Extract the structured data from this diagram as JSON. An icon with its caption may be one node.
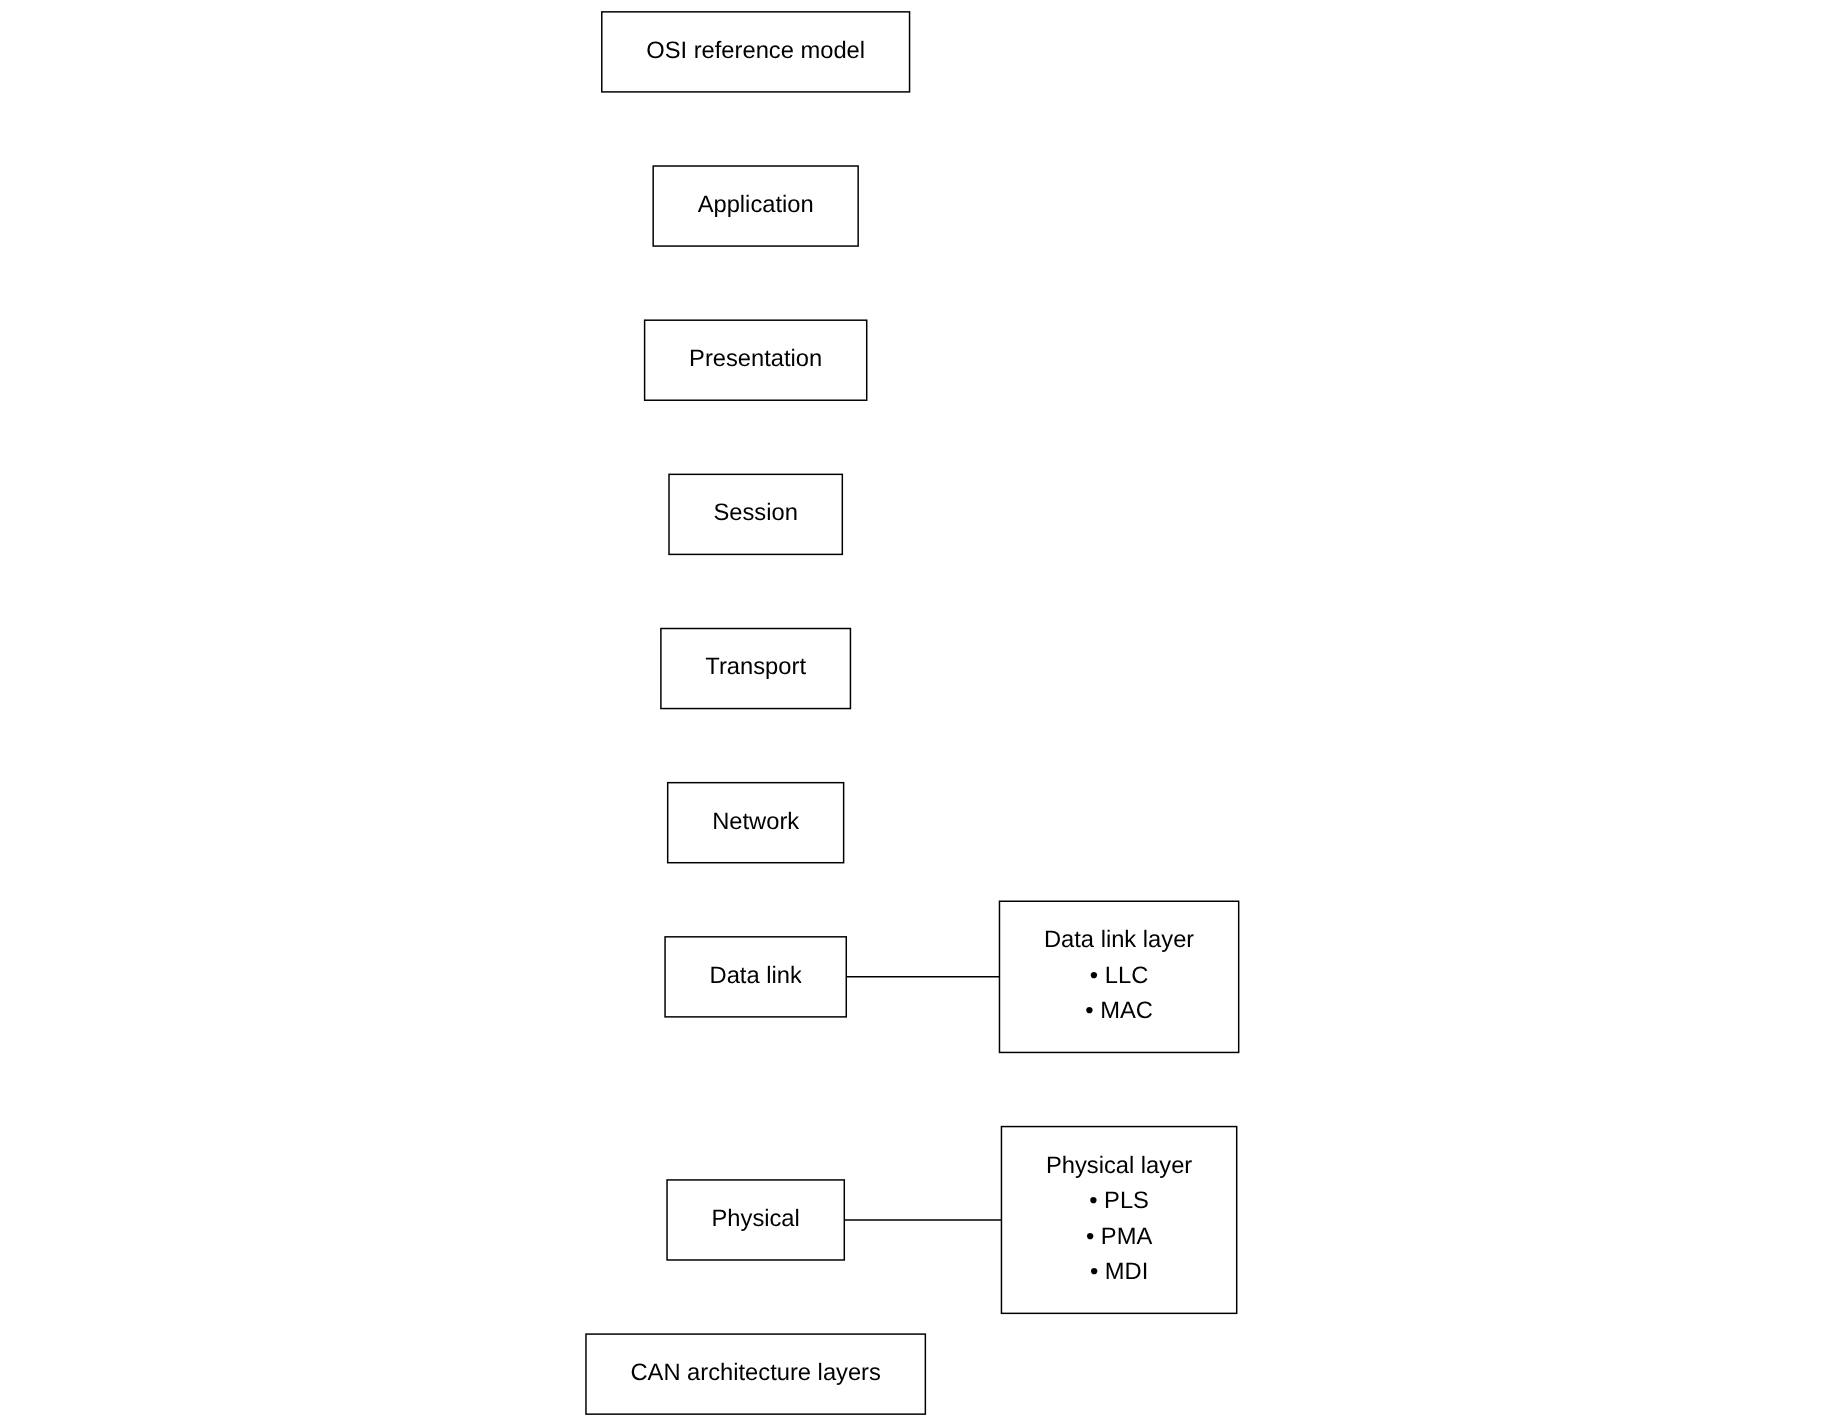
{
  "diagram": {
    "nodes": [
      {
        "text": [
          "OSI reference model"
        ]
      },
      {
        "text": [
          "Application"
        ]
      },
      {
        "text": [
          "Presentation"
        ]
      },
      {
        "text": [
          "Session"
        ]
      },
      {
        "text": [
          "Transport"
        ]
      },
      {
        "text": [
          "Network"
        ]
      },
      {
        "text": [
          "Data link"
        ]
      },
      {
        "text": [
          "Physical"
        ]
      },
      {
        "text": [
          "CAN architecture layers"
        ]
      },
      {
        "text": [
          "Data link layer",
          "• LLC",
          "• MAC"
        ]
      },
      {
        "text": [
          "Physical layer",
          "• PLS",
          "• PMA",
          "• MDI"
        ]
      }
    ],
    "edges": [
      {
        "from": 6,
        "to": 9,
        "arrow": "none"
      },
      {
        "from": 7,
        "to": 10,
        "arrow": "none"
      }
    ]
  }
}
